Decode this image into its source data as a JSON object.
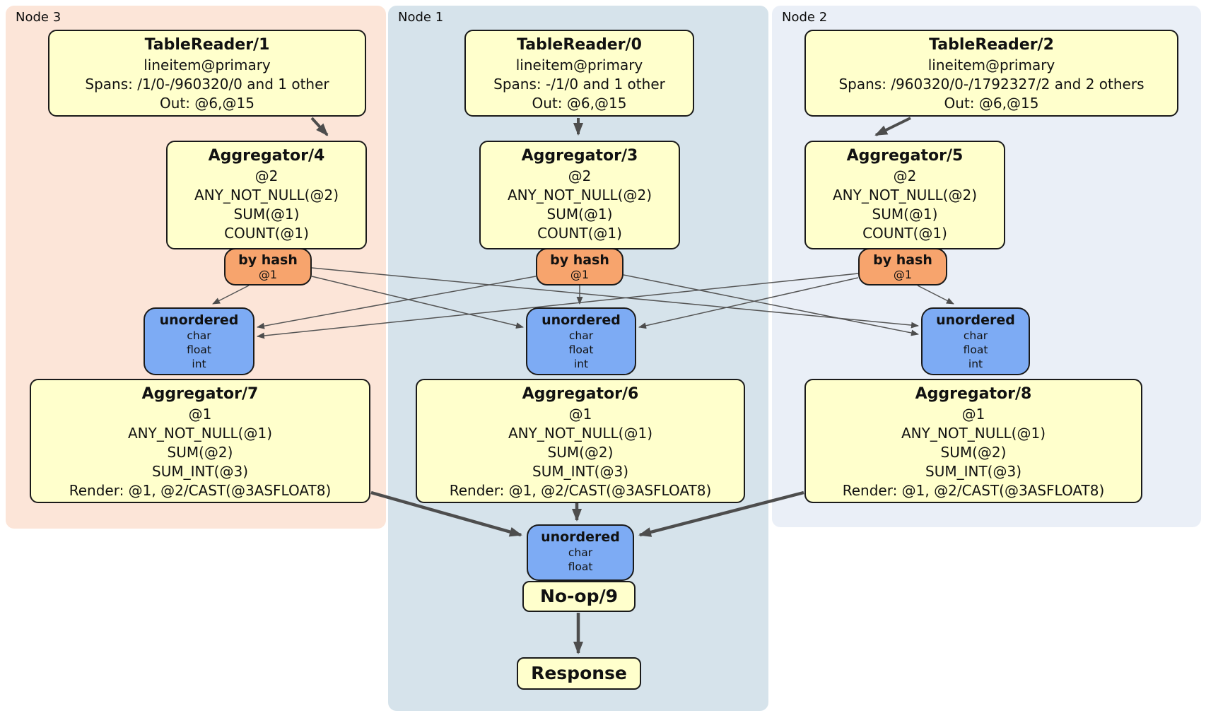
{
  "panels": [
    {
      "label": "Node 3"
    },
    {
      "label": "Node 1"
    },
    {
      "label": "Node 2"
    }
  ],
  "boxes": {
    "tr1": {
      "title": "TableReader/1",
      "lines": [
        "lineitem@primary",
        "Spans: /1/0-/960320/0 and 1 other",
        "Out: @6,@15"
      ]
    },
    "tr0": {
      "title": "TableReader/0",
      "lines": [
        "lineitem@primary",
        "Spans: -/1/0 and 1 other",
        "Out: @6,@15"
      ]
    },
    "tr2": {
      "title": "TableReader/2",
      "lines": [
        "lineitem@primary",
        "Spans: /960320/0-/1792327/2 and 2 others",
        "Out: @6,@15"
      ]
    },
    "agg4": {
      "title": "Aggregator/4",
      "lines": [
        "@2",
        "ANY_NOT_NULL(@2)",
        "SUM(@1)",
        "COUNT(@1)"
      ]
    },
    "agg3": {
      "title": "Aggregator/3",
      "lines": [
        "@2",
        "ANY_NOT_NULL(@2)",
        "SUM(@1)",
        "COUNT(@1)"
      ]
    },
    "agg5": {
      "title": "Aggregator/5",
      "lines": [
        "@2",
        "ANY_NOT_NULL(@2)",
        "SUM(@1)",
        "COUNT(@1)"
      ]
    },
    "agg7": {
      "title": "Aggregator/7",
      "lines": [
        "@1",
        "ANY_NOT_NULL(@1)",
        "SUM(@2)",
        "SUM_INT(@3)",
        "Render: @1, @2/CAST(@3ASFLOAT8)"
      ]
    },
    "agg6": {
      "title": "Aggregator/6",
      "lines": [
        "@1",
        "ANY_NOT_NULL(@1)",
        "SUM(@2)",
        "SUM_INT(@3)",
        "Render: @1, @2/CAST(@3ASFLOAT8)"
      ]
    },
    "agg8": {
      "title": "Aggregator/8",
      "lines": [
        "@1",
        "ANY_NOT_NULL(@1)",
        "SUM(@2)",
        "SUM_INT(@3)",
        "Render: @1, @2/CAST(@3ASFLOAT8)"
      ]
    },
    "noop": {
      "title": "No-op/9"
    },
    "response": {
      "title": "Response"
    }
  },
  "routers": [
    {
      "title": "by hash",
      "sub": "@1"
    },
    {
      "title": "by hash",
      "sub": "@1"
    },
    {
      "title": "by hash",
      "sub": "@1"
    }
  ],
  "syncs": [
    {
      "title": "unordered",
      "items": [
        "char",
        "float",
        "int"
      ]
    },
    {
      "title": "unordered",
      "items": [
        "char",
        "float",
        "int"
      ]
    },
    {
      "title": "unordered",
      "items": [
        "char",
        "float",
        "int"
      ]
    }
  ],
  "final_sync": {
    "title": "unordered",
    "items": [
      "char",
      "float"
    ]
  },
  "colors": {
    "panel-node3": "#fce5d8",
    "panel-node1": "#d6e3eb",
    "panel-node2": "#eaeff7",
    "box-yellow": "#ffffcc",
    "box-orange": "#f7a46d",
    "box-blue": "#7dabf4",
    "edge": "#4d4d4d"
  }
}
